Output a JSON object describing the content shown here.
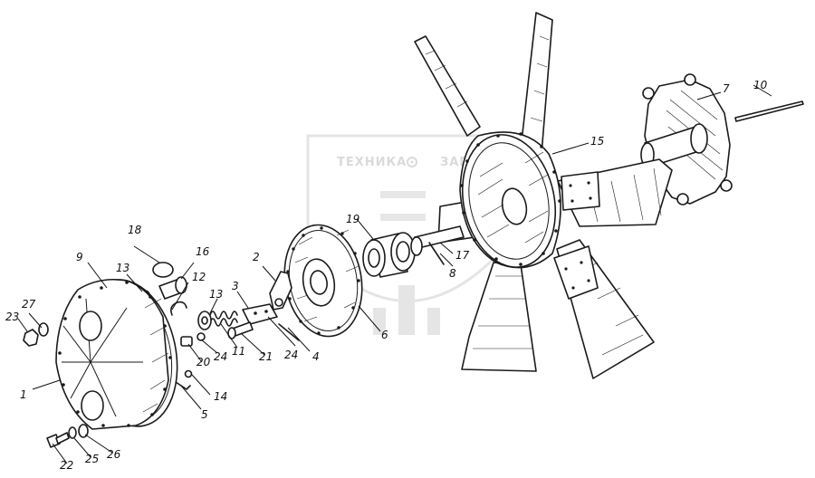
{
  "watermark": {
    "text_left": "ТЕХНИКА",
    "text_right": "ЗАПЧАСТИ"
  },
  "parts": [
    {
      "id": "label-1",
      "text": "1"
    },
    {
      "id": "label-2",
      "text": "2"
    },
    {
      "id": "label-3",
      "text": "3"
    },
    {
      "id": "label-4",
      "text": "4"
    },
    {
      "id": "label-5",
      "text": "5"
    },
    {
      "id": "label-6",
      "text": "6"
    },
    {
      "id": "label-7",
      "text": "7"
    },
    {
      "id": "label-8",
      "text": "8"
    },
    {
      "id": "label-9",
      "text": "9"
    },
    {
      "id": "label-10",
      "text": "10"
    },
    {
      "id": "label-11",
      "text": "11"
    },
    {
      "id": "label-12",
      "text": "12"
    },
    {
      "id": "label-13a",
      "text": "13"
    },
    {
      "id": "label-13b",
      "text": "13"
    },
    {
      "id": "label-14",
      "text": "14"
    },
    {
      "id": "label-15",
      "text": "15"
    },
    {
      "id": "label-16",
      "text": "16"
    },
    {
      "id": "label-17",
      "text": "17"
    },
    {
      "id": "label-18",
      "text": "18"
    },
    {
      "id": "label-19",
      "text": "19"
    },
    {
      "id": "label-20",
      "text": "20"
    },
    {
      "id": "label-21",
      "text": "21"
    },
    {
      "id": "label-22",
      "text": "22"
    },
    {
      "id": "label-23",
      "text": "23"
    },
    {
      "id": "label-24a",
      "text": "24"
    },
    {
      "id": "label-24b",
      "text": "24"
    },
    {
      "id": "label-25",
      "text": "25"
    },
    {
      "id": "label-26",
      "text": "26"
    },
    {
      "id": "label-27",
      "text": "27"
    }
  ]
}
